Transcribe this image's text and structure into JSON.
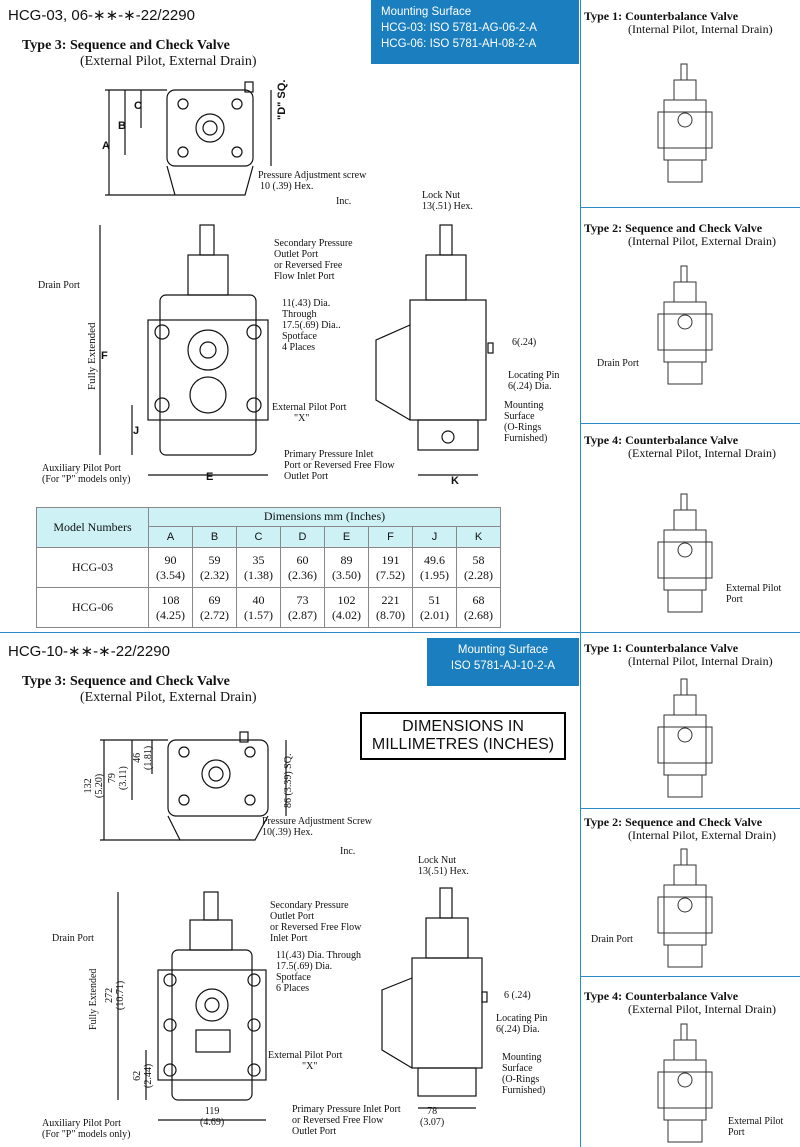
{
  "section1": {
    "header": "HCG-03, 06-∗∗-∗-22/2290",
    "type_title": "Type 3: Sequence and Check Valve",
    "type_sub": "(External Pilot, External Drain)",
    "mounting": [
      "Mounting Surface",
      "HCG-03: ISO 5781-AG-06-2-A",
      "HCG-06: ISO 5781-AH-08-2-A"
    ],
    "dims": {
      "A": "A",
      "B": "B",
      "C": "C",
      "D": "\"D\" SQ.",
      "E": "E",
      "F": "F",
      "J": "J",
      "K": "K",
      "fully_extended": "Fully Extended"
    },
    "labels": {
      "pressure_adj": "Pressure Adjustment screw",
      "pressure_adj_size": "10 (.39) Hex.",
      "inc": "Inc.",
      "lock_nut": "Lock Nut",
      "lock_nut_size": "13(.51) Hex.",
      "secondary": [
        "Secondary Pressure",
        "Outlet Port",
        "or Reversed Free",
        "Flow Inlet Port"
      ],
      "drain_port": "Drain Port",
      "through": [
        "11(.43) Dia.",
        "Through",
        "17.5(.69) Dia..",
        "Spotface",
        "4 Places"
      ],
      "ext_pilot": [
        "External Pilot Port",
        "\"X\""
      ],
      "six": "6(.24)",
      "locating_pin": [
        "Locating Pin",
        "6(.24) Dia."
      ],
      "mounting_surface": [
        "Mounting",
        "Surface",
        "(O-Rings",
        "Furnished)"
      ],
      "primary": [
        "Primary Pressure Inlet",
        "Port or Reversed Free Flow",
        "Outlet Port"
      ],
      "aux": [
        "Auxiliary Pilot Port",
        "(For \"P\" models only)"
      ]
    }
  },
  "table": {
    "corner": "Model Numbers",
    "group": "Dimensions mm (Inches)",
    "cols": [
      "A",
      "B",
      "C",
      "D",
      "E",
      "F",
      "J",
      "K"
    ],
    "rows": [
      {
        "model": "HCG-03",
        "vals": [
          [
            "90",
            "(3.54)"
          ],
          [
            "59",
            "(2.32)"
          ],
          [
            "35",
            "(1.38)"
          ],
          [
            "60",
            "(2.36)"
          ],
          [
            "89",
            "(3.50)"
          ],
          [
            "191",
            "(7.52)"
          ],
          [
            "49.6",
            "(1.95)"
          ],
          [
            "58",
            "(2.28)"
          ]
        ]
      },
      {
        "model": "HCG-06",
        "vals": [
          [
            "108",
            "(4.25)"
          ],
          [
            "69",
            "(2.72)"
          ],
          [
            "40",
            "(1.57)"
          ],
          [
            "73",
            "(2.87)"
          ],
          [
            "102",
            "(4.02)"
          ],
          [
            "221",
            "(8.70)"
          ],
          [
            "51",
            "(2.01)"
          ],
          [
            "68",
            "(2.68)"
          ]
        ]
      }
    ]
  },
  "section2": {
    "header": "HCG-10-∗∗-∗-22/2290",
    "type_title": "Type 3: Sequence and Check Valve",
    "type_sub": "(External Pilot, External Drain)",
    "mounting": [
      "Mounting Surface",
      "ISO 5781-AJ-10-2-A"
    ],
    "units_box": [
      "DIMENSIONS IN",
      "MILLIMETRES (INCHES)"
    ],
    "dims": {
      "d132": "132",
      "d132i": "(5.20)",
      "d79": "79",
      "d79i": "(3.11)",
      "d46": "46",
      "d46i": "(1.81)",
      "d86": "86 (3.39) SQ.",
      "d272": "272",
      "d272i": "(10.71)",
      "d62": "62",
      "d62i": "(2.44)",
      "d119": "119",
      "d119i": "(4.69)",
      "d78": "78",
      "d78i": "(3.07)",
      "fully_extended": "Fully Extended"
    },
    "labels": {
      "pressure_adj": "Pressure Adjustment Screw",
      "pressure_adj_size": "10(.39) Hex.",
      "inc": "Inc.",
      "lock_nut": "Lock Nut",
      "lock_nut_size": "13(.51) Hex.",
      "secondary": [
        "Secondary Pressure",
        "Outlet Port",
        "or Reversed Free Flow",
        "Inlet Port"
      ],
      "drain_port": "Drain Port",
      "through": [
        "11(.43) Dia. Through",
        "17.5(.69) Dia.",
        "Spotface",
        "6 Places"
      ],
      "ext_pilot": [
        "External Pilot Port",
        "\"X\""
      ],
      "six": "6 (.24)",
      "locating_pin": [
        "Locating Pin",
        "6(.24) Dia."
      ],
      "mounting_surface": [
        "Mounting",
        "Surface",
        "(O-Rings",
        "Furnished)"
      ],
      "primary": [
        "Primary Pressure Inlet Port",
        "or Reversed Free Flow",
        "Outlet Port"
      ],
      "aux": [
        "Auxiliary Pilot Port",
        "(For \"P\" models only)"
      ]
    }
  },
  "sidebar1": [
    {
      "title": "Type 1: Counterbalance Valve",
      "sub": "(Internal Pilot, Internal Drain)",
      "label": ""
    },
    {
      "title": "Type 2: Sequence and Check Valve",
      "sub": "(Internal Pilot, External Drain)",
      "label": "Drain Port"
    },
    {
      "title": "Type 4: Counterbalance Valve",
      "sub": "(External Pilot, Internal Drain)",
      "label": "External Pilot Port"
    }
  ],
  "sidebar2": [
    {
      "title": "Type 1: Counterbalance Valve",
      "sub": "(Internal Pilot, Internal Drain)",
      "label": ""
    },
    {
      "title": "Type 2: Sequence and Check Valve",
      "sub": "(Internal Pilot, External Drain)",
      "label": "Drain Port"
    },
    {
      "title": "Type 4: Counterbalance Valve",
      "sub": "(External Pilot, Internal Drain)",
      "label": "External Pilot Port"
    }
  ]
}
